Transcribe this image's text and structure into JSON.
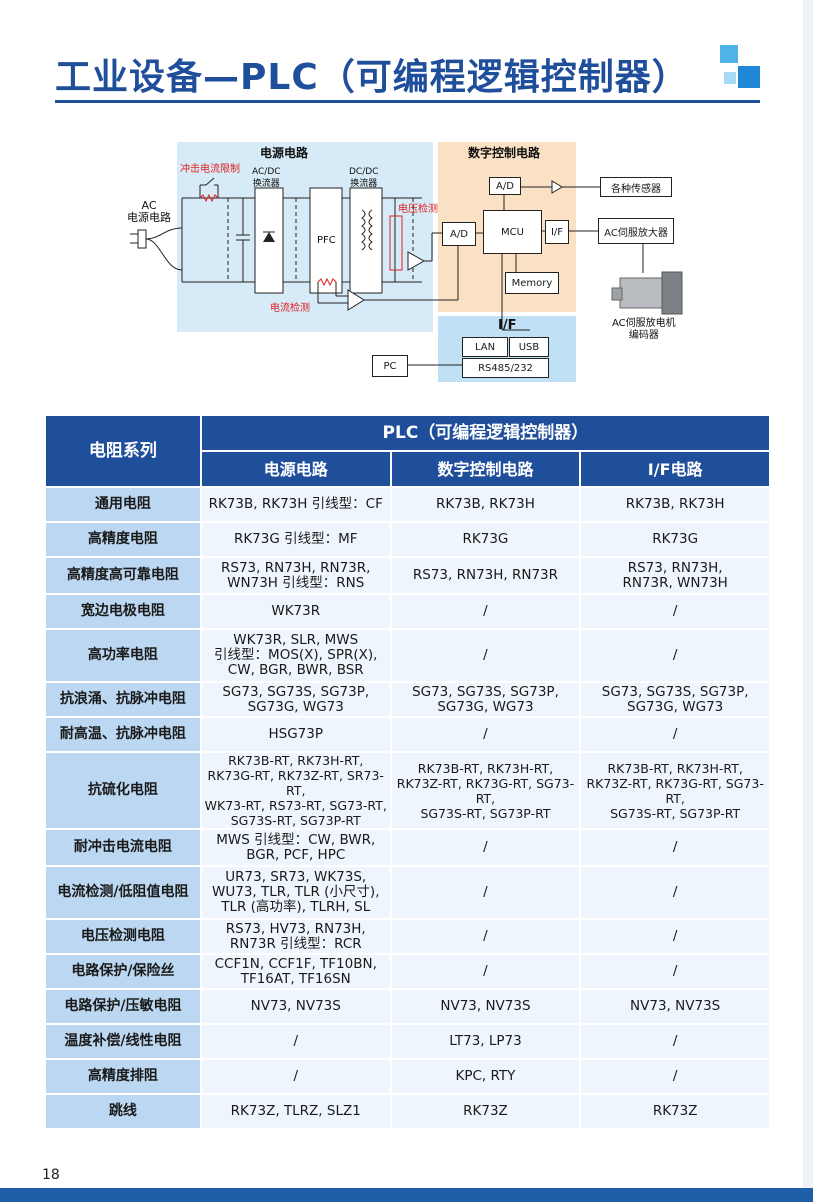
{
  "page": {
    "title": "工业设备—PLC（可编程逻辑控制器）",
    "page_number": "18"
  },
  "diagram": {
    "power_section": "电源电路",
    "digital_section": "数字控制电路",
    "ac_input": "AC\n电源电路",
    "inrush_limit": "冲击电流限制",
    "acdc_converter": "AC/DC\n换流器",
    "pfc": "PFC",
    "dcdc_converter": "DC/DC\n换流器",
    "voltage_detect": "电压检测",
    "current_detect": "电流检测",
    "ad1": "A/D",
    "ad2": "A/D",
    "mcu": "MCU",
    "if_box": "I/F",
    "memory": "Memory",
    "sensors": "各种传感器",
    "ac_servo_amp": "AC伺服放大器",
    "servo_motor": "AC伺服放电机\n编码器",
    "if_section": "I/F",
    "lan": "LAN",
    "usb": "USB",
    "rs485": "RS485/232",
    "pc": "PC"
  },
  "table": {
    "header_series": "电阻系列",
    "header_plc": "PLC（可编程逻辑控制器）",
    "columns": [
      "电源电路",
      "数字控制电路",
      "I/F电路"
    ],
    "rows": [
      {
        "name": "通用电阻",
        "cells": [
          "RK73B, RK73H  引线型：CF",
          "RK73B, RK73H",
          "RK73B, RK73H"
        ]
      },
      {
        "name": "高精度电阻",
        "cells": [
          "RK73G  引线型：MF",
          "RK73G",
          "RK73G"
        ]
      },
      {
        "name": "高精度高可靠电阻",
        "cells": [
          "RS73, RN73H, RN73R,\nWN73H  引线型：RNS",
          "RS73, RN73H, RN73R",
          "RS73, RN73H,\nRN73R, WN73H"
        ]
      },
      {
        "name": "宽边电极电阻",
        "cells": [
          "WK73R",
          "/",
          "/"
        ]
      },
      {
        "name": "高功率电阻",
        "cells": [
          "WK73R, SLR, MWS\n引线型：MOS(X), SPR(X),\nCW, BGR, BWR, BSR",
          "/",
          "/"
        ]
      },
      {
        "name": "抗浪涌、抗脉冲电阻",
        "cells": [
          "SG73, SG73S, SG73P,\nSG73G, WG73",
          "SG73, SG73S, SG73P,\nSG73G, WG73",
          "SG73, SG73S, SG73P,\nSG73G, WG73"
        ]
      },
      {
        "name": "耐高温、抗脉冲电阻",
        "cells": [
          "HSG73P",
          "/",
          "/"
        ]
      },
      {
        "name": "抗硫化电阻",
        "cells": [
          "RK73B-RT, RK73H-RT,\nRK73G-RT, RK73Z-RT, SR73-RT,\nWK73-RT, RS73-RT, SG73-RT,\nSG73S-RT, SG73P-RT",
          "RK73B-RT, RK73H-RT,\nRK73Z-RT, RK73G-RT, SG73-RT,\nSG73S-RT, SG73P-RT",
          "RK73B-RT, RK73H-RT,\nRK73Z-RT, RK73G-RT, SG73-RT,\nSG73S-RT, SG73P-RT"
        ]
      },
      {
        "name": "耐冲击电流电阻",
        "cells": [
          "MWS  引线型：CW, BWR,\nBGR, PCF, HPC",
          "/",
          "/"
        ]
      },
      {
        "name": "电流检测/低阻值电阻",
        "cells": [
          "UR73, SR73, WK73S,\nWU73, TLR, TLR (小尺寸),\nTLR (高功率), TLRH, SL",
          "/",
          "/"
        ]
      },
      {
        "name": "电压检测电阻",
        "cells": [
          "RS73, HV73, RN73H,\nRN73R  引线型：RCR",
          "/",
          "/"
        ]
      },
      {
        "name": "电路保护/保险丝",
        "cells": [
          "CCF1N, CCF1F, TF10BN,\nTF16AT, TF16SN",
          "/",
          "/"
        ]
      },
      {
        "name": "电路保护/压敏电阻",
        "cells": [
          "NV73, NV73S",
          "NV73, NV73S",
          "NV73, NV73S"
        ]
      },
      {
        "name": "温度补偿/线性电阻",
        "cells": [
          "/",
          "LT73, LP73",
          "/"
        ]
      },
      {
        "name": "高精度排阻",
        "cells": [
          "/",
          "KPC, RTY",
          "/"
        ]
      },
      {
        "name": "跳线",
        "cells": [
          "RK73Z, TLRZ, SLZ1",
          "RK73Z",
          "RK73Z"
        ]
      }
    ]
  }
}
